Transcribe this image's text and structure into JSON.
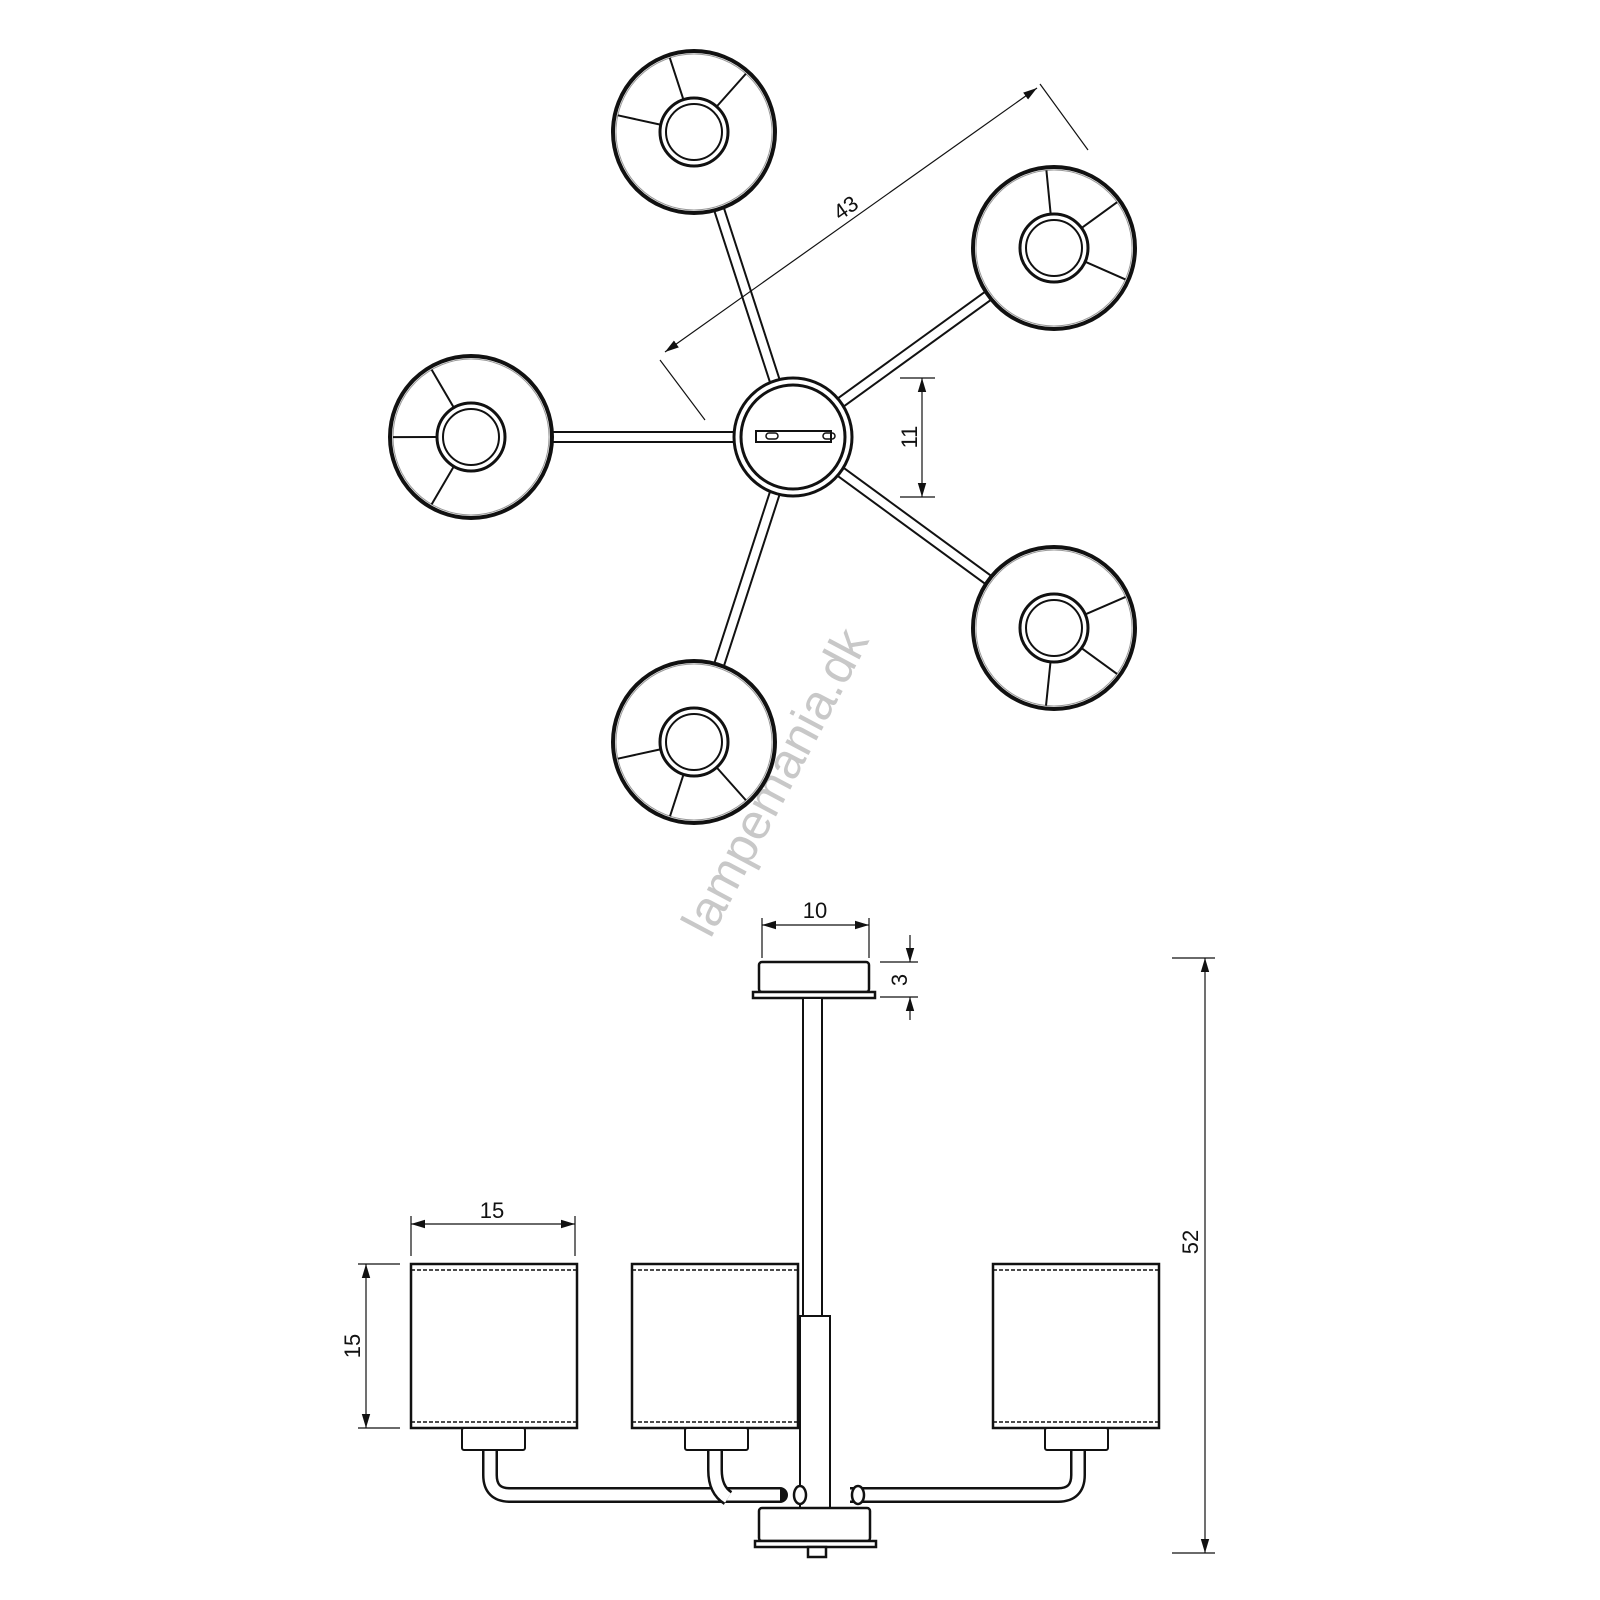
{
  "watermark": "lampemania.dk",
  "top_view": {
    "dimensions": {
      "span": "43",
      "canopy_diameter": "11"
    },
    "shade_count": 5
  },
  "side_view": {
    "dimensions": {
      "canopy_width": "10",
      "canopy_height": "3",
      "total_height": "52",
      "shade_width": "15",
      "shade_height": "15"
    }
  },
  "colors": {
    "line": "#111111",
    "watermark": "#c8c8c8"
  }
}
